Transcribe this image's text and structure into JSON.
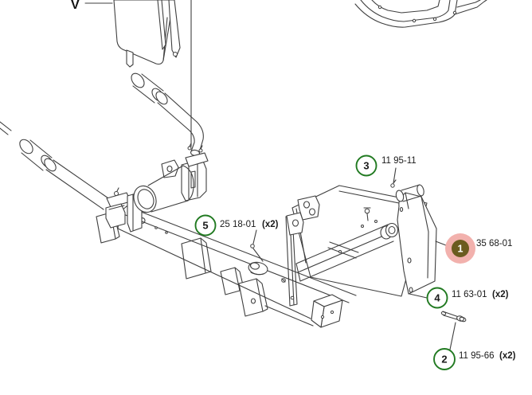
{
  "figure": {
    "type": "exploded-parts-diagram",
    "view_label": "V",
    "callouts": [
      {
        "ref": "1",
        "part_number": "35 68-01",
        "qty": "",
        "highlighted": true
      },
      {
        "ref": "2",
        "part_number": "11 95-66",
        "qty": "(x2)",
        "highlighted": false
      },
      {
        "ref": "3",
        "part_number": "11 95-11",
        "qty": "",
        "highlighted": false
      },
      {
        "ref": "4",
        "part_number": "11 63-01",
        "qty": "(x2)",
        "highlighted": false
      },
      {
        "ref": "5",
        "part_number": "25 18-01",
        "qty": "(x2)",
        "highlighted": false
      }
    ],
    "colors": {
      "callout_ring": "#217a21",
      "highlight_fill": "#6b5b1f",
      "highlight_halo": "#f2b1ad",
      "line": "#3f3f3f",
      "text": "#1a1a1a",
      "background": "#ffffff"
    }
  }
}
